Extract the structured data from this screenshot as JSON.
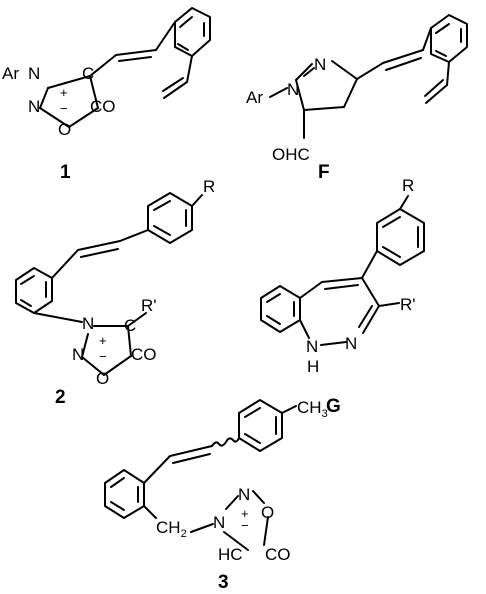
{
  "labels": {
    "ar": "Ar",
    "n": "N",
    "o": "O",
    "c": "C",
    "co": "CO",
    "plus": "+",
    "minus": "−",
    "ohc": "OHC",
    "r": "R",
    "r_prime": "R'",
    "h": "H",
    "hc": "HC",
    "ch3": "CH",
    "ch3_sub": "3",
    "ch2": "CH",
    "ch2_sub": "2"
  },
  "compounds": {
    "c1": "1",
    "cF": "F",
    "c2": "2",
    "cG": "G",
    "c3": "3"
  }
}
